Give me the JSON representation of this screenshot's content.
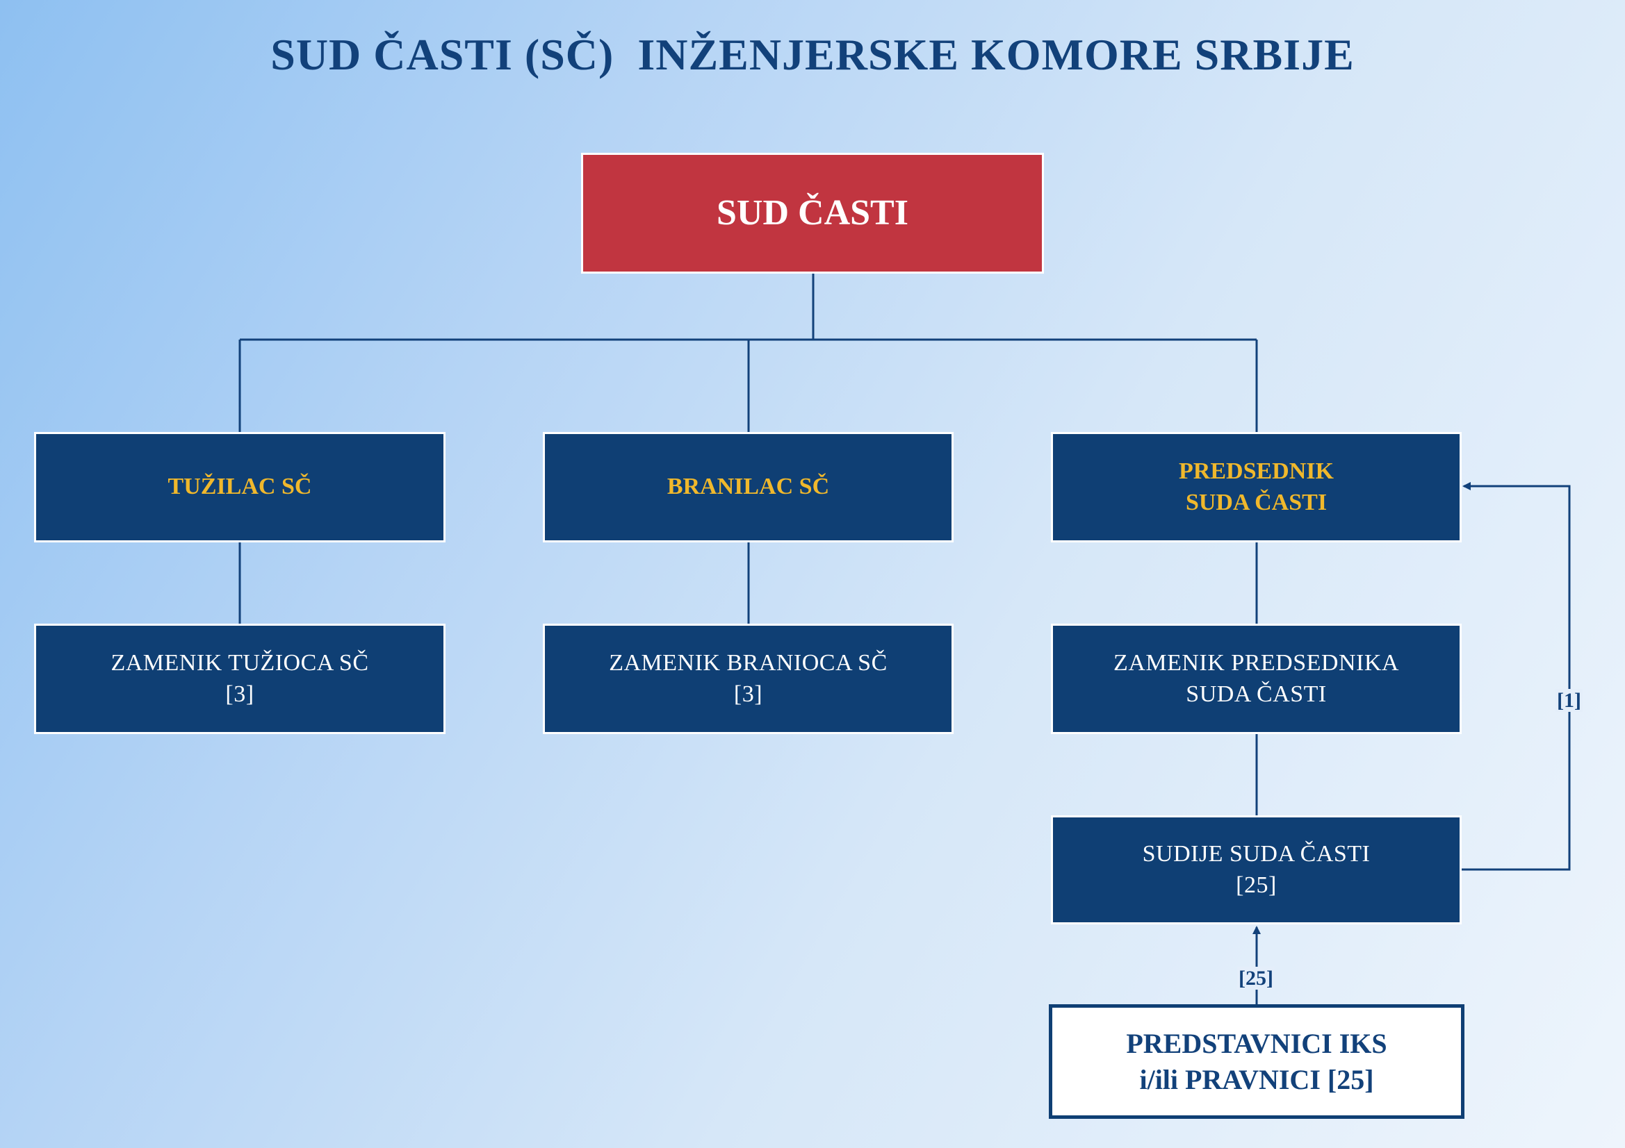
{
  "title": "SUD ČASTI (SČ)  INŽENJERSKE KOMORE SRBIJE",
  "colors": {
    "title": "#12417a",
    "root_box": "#c13540",
    "node_box": "#0f3f74",
    "head_text": "#f0b82c",
    "sub_text": "#ffffff",
    "connector": "#12417a"
  },
  "nodes": {
    "root": {
      "label": "SUD ČASTI"
    },
    "prosecutor": {
      "label": "TUŽILAC SČ"
    },
    "defender": {
      "label": "BRANILAC SČ"
    },
    "president": {
      "line1": "PREDSEDNIK",
      "line2": "SUDA ČASTI"
    },
    "deputy_prosecutor": {
      "line1": "ZAMENIK TUŽIOCA SČ",
      "line2": "[3]"
    },
    "deputy_defender": {
      "line1": "ZAMENIK BRANIOCA SČ",
      "line2": "[3]"
    },
    "deputy_president": {
      "line1": "ZAMENIK PREDSEDNIKA",
      "line2": "SUDA ČASTI"
    },
    "judges": {
      "line1": "SUDIJE SUDA ČASTI",
      "line2": "[25]"
    },
    "representatives": {
      "line1": "PREDSTAVNICI IKS",
      "line2": "i/ili PRAVNICI [25]"
    }
  },
  "edge_labels": {
    "judges_to_president": "[1]",
    "representatives_to_judges": "[25]"
  }
}
